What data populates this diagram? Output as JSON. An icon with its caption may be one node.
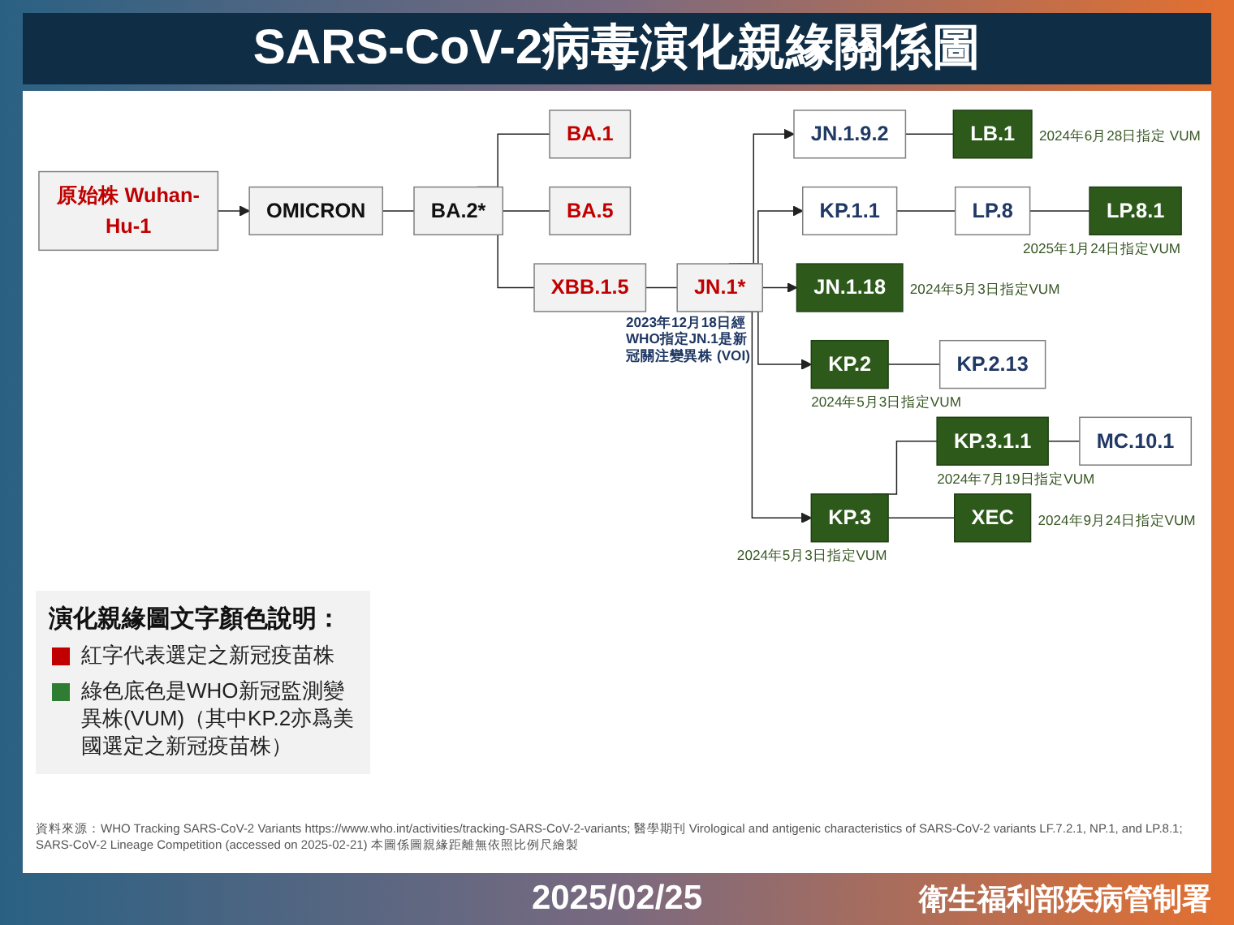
{
  "diagram": {
    "title": "SARS-CoV-2病毒演化親緣關係圖",
    "nodes": [
      {
        "text": [
          "原始株 Wuhan-Hu-1"
        ]
      },
      {
        "text": [
          "OMICRON"
        ]
      },
      {
        "text": [
          "BA.2*"
        ]
      },
      {
        "text": [
          "BA.1"
        ]
      },
      {
        "text": [
          "BA.5"
        ]
      },
      {
        "text": [
          "XBB.1.5"
        ]
      },
      {
        "text": [
          "JN.1*"
        ],
        "beside": [
          "2023年12月18日經WHO指定JN.1是新冠關注變異株 (VOI)"
        ]
      },
      {
        "text": [
          "JN.1.9.2"
        ]
      },
      {
        "text": [
          "LB.1"
        ],
        "beside": [
          "2024年6月28日指定 VUM"
        ]
      },
      {
        "text": [
          "KP.1.1"
        ]
      },
      {
        "text": [
          "LP.8"
        ]
      },
      {
        "text": [
          "LP.8.1"
        ],
        "beside": [
          "2025年1月24日指定VUM"
        ]
      },
      {
        "text": [
          "JN.1.18"
        ],
        "beside": [
          "2024年5月3日指定VUM"
        ]
      },
      {
        "text": [
          "KP.2"
        ],
        "beside": [
          "2024年5月3日指定VUM"
        ]
      },
      {
        "text": [
          "KP.2.13"
        ]
      },
      {
        "text": [
          "KP.3"
        ],
        "beside": [
          "2024年5月3日指定VUM"
        ]
      },
      {
        "text": [
          "KP.3.1.1"
        ],
        "beside": [
          "2024年7月19日指定VUM"
        ]
      },
      {
        "text": [
          "MC.10.1"
        ]
      },
      {
        "text": [
          "XEC"
        ],
        "beside": [
          "2024年9月24日指定VUM"
        ]
      }
    ],
    "edges": [
      {
        "from": 0,
        "to": 1,
        "arrow": "to"
      },
      {
        "from": 1,
        "to": 2,
        "arrow": "none"
      },
      {
        "from": 2,
        "to": 3,
        "arrow": "none"
      },
      {
        "from": 2,
        "to": 4,
        "arrow": "none"
      },
      {
        "from": 2,
        "to": 5,
        "arrow": "none"
      },
      {
        "from": 5,
        "to": 6,
        "arrow": "none"
      },
      {
        "from": 6,
        "to": 7,
        "arrow": "to"
      },
      {
        "from": 6,
        "to": 9,
        "arrow": "to"
      },
      {
        "from": 6,
        "to": 12,
        "arrow": "to"
      },
      {
        "from": 6,
        "to": 13,
        "arrow": "to"
      },
      {
        "from": 6,
        "to": 15,
        "arrow": "to"
      },
      {
        "from": 7,
        "to": 8,
        "arrow": "none"
      },
      {
        "from": 9,
        "to": 10,
        "arrow": "none"
      },
      {
        "from": 10,
        "to": 11,
        "arrow": "none"
      },
      {
        "from": 13,
        "to": 14,
        "arrow": "none"
      },
      {
        "from": 15,
        "to": 16,
        "arrow": "none"
      },
      {
        "from": 15,
        "to": 18,
        "arrow": "none"
      },
      {
        "from": 16,
        "to": 17,
        "arrow": "none"
      }
    ],
    "labels": [
      "演化親緣圖文字顏色說明：",
      "資料來源：WHO Tracking SARS-CoV-2 Variants https://www.who.int/activities/tracking-SARS-CoV-2-variants; 醫學期刊 Virological and antigenic characteristics of SARS-CoV-2 variants LF.7.2.1, NP.1, and LP.8.1; SARS-CoV-2 Lineage Competition (accessed on 2025-02-21) 本圖係圖親緣距離無依照比例尺繪製",
      "2025/02/25",
      "衛生福利部疾病管制署"
    ],
    "legend": [
      {
        "text": "紅字代表選定之新冠疫苗株",
        "color": "#c00000"
      },
      {
        "text": "綠色底色是WHO新冠監測變異株(VUM)（其中KP.2亦爲美國選定之新冠疫苗株）",
        "color": "#2e7d32"
      }
    ]
  }
}
